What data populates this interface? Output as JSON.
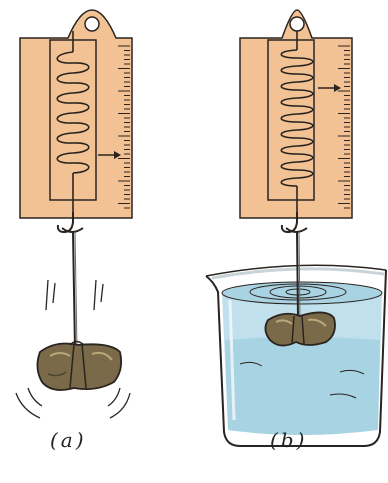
{
  "figure": {
    "panels": [
      {
        "id": "a",
        "caption": "(a)"
      },
      {
        "id": "b",
        "caption": "(b)"
      }
    ]
  },
  "colors": {
    "scale_board": "#f2c295",
    "outline": "#2a2420",
    "water": "#bfe0ec",
    "water_dark": "#8cc4d9",
    "stone": "#7a6a4a",
    "glass": "#e8eef0"
  },
  "icons": {
    "spring": "coil-spring",
    "hook": "hook-icon",
    "pointer": "arrow-pointer"
  }
}
